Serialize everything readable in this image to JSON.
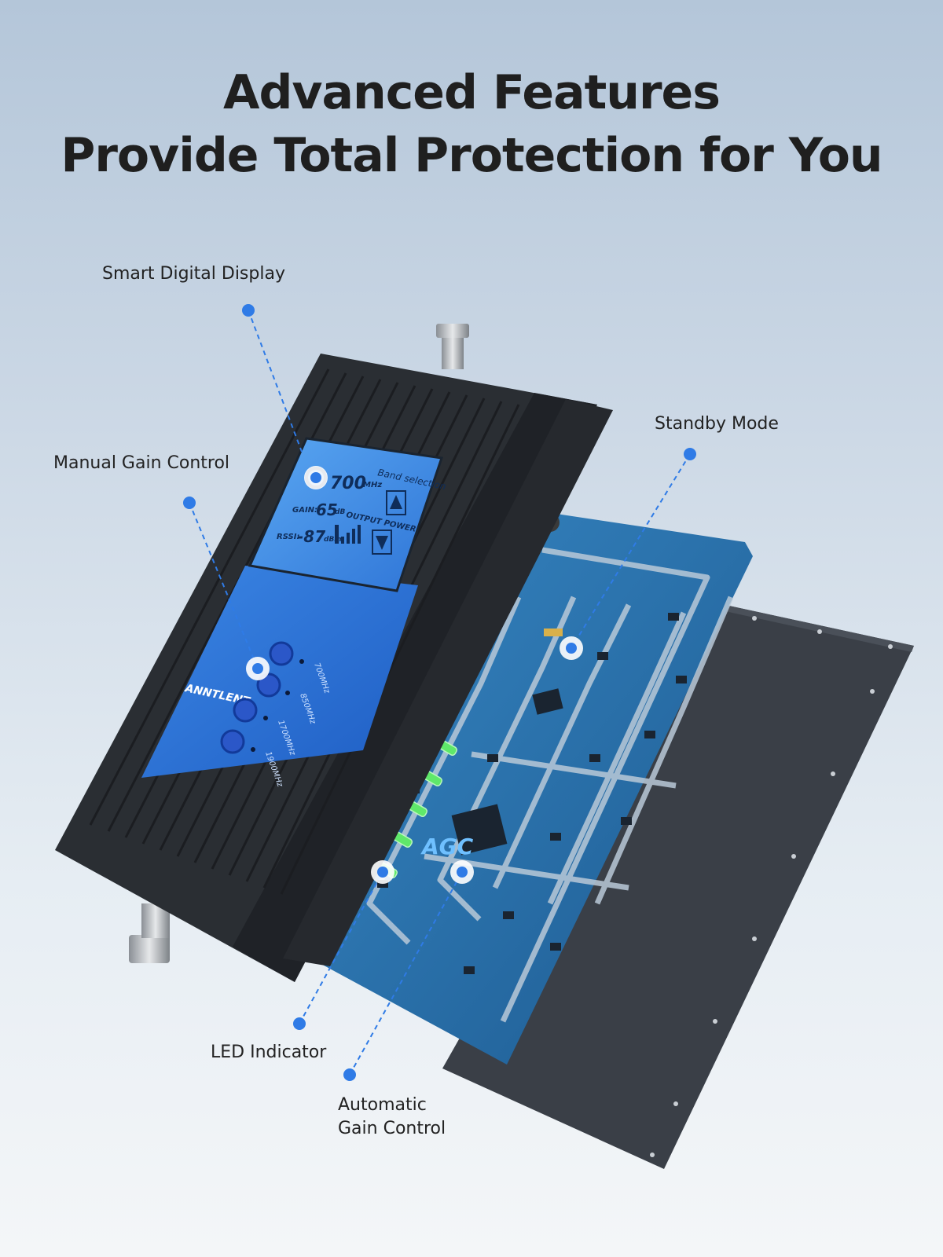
{
  "headline": {
    "line1": "Advanced Features",
    "line2": "Provide Total Protection for You"
  },
  "callouts": {
    "smart_display": "Smart Digital Display",
    "manual_gain": "Manual Gain Control",
    "standby": "Standby Mode",
    "led": "LED Indicator",
    "agc_line1": "Automatic",
    "agc_line2": "Gain Control"
  },
  "device": {
    "brand": "ANNTLENT",
    "lcd": {
      "band_selection": "Band selection",
      "frequency": "700",
      "frequency_unit": "MHz",
      "gain_label": "GAIN:",
      "gain_value": "65",
      "gain_unit": "dB",
      "output_power_label": "OUTPUT POWER",
      "rssi_label": "RSSI:",
      "rssi_value": "-87",
      "rssi_unit": "dBm"
    },
    "bands": [
      "700MHz",
      "850MHz",
      "1700MHz",
      "1900MHz"
    ],
    "agc_chip_label": "AGC"
  },
  "colors": {
    "accent_blue": "#2f7be6",
    "lcd_blue": "#3f8fe8",
    "housing": "#2a2e33",
    "pcb": "#2a6fa8",
    "led_green": "#5fe86a"
  }
}
